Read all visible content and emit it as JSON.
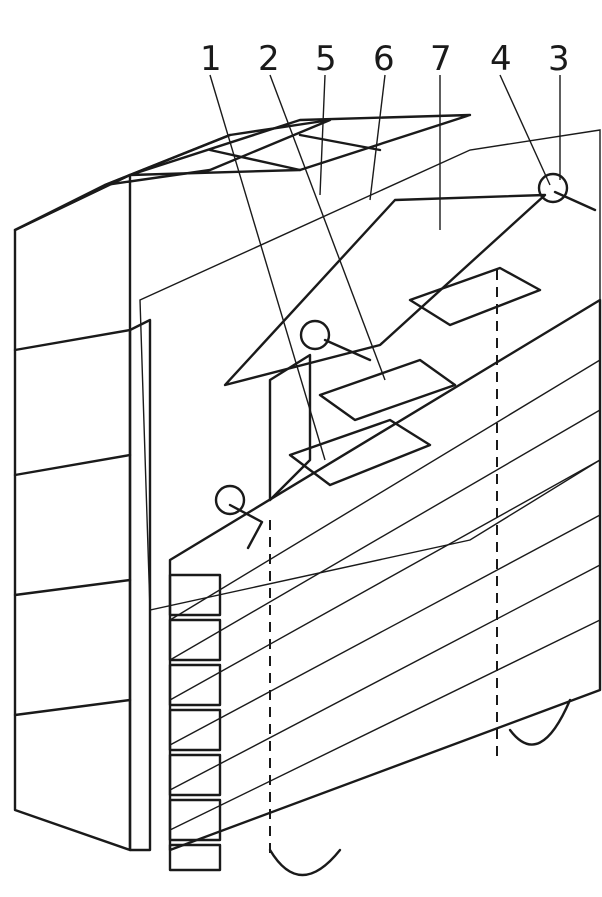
{
  "callouts": [
    {
      "id": "c1",
      "label": "1"
    },
    {
      "id": "c2",
      "label": "2"
    },
    {
      "id": "c5",
      "label": "5"
    },
    {
      "id": "c6",
      "label": "6"
    },
    {
      "id": "c7",
      "label": "7"
    },
    {
      "id": "c4",
      "label": "4"
    },
    {
      "id": "c3",
      "label": "3"
    }
  ],
  "colors": {
    "ink": "#1a1a1a",
    "paper": "#ffffff",
    "plaster": "#f4f4f4"
  }
}
